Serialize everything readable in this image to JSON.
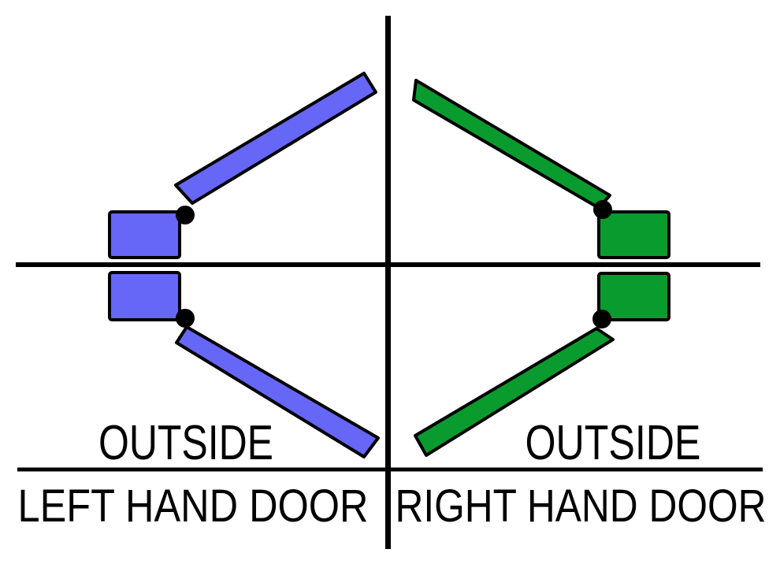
{
  "diagram": {
    "left": {
      "outside_label": "OUTSIDE",
      "door_label": "LEFT HAND DOOR",
      "door_color": "#6666F7"
    },
    "right": {
      "outside_label": "OUTSIDE",
      "door_label": "RIGHT HAND DOOR",
      "door_color": "#0A9B2F"
    },
    "colors": {
      "line": "#000000",
      "hinge_dot": "#000000",
      "text": "#000000",
      "background": "#FFFFFF"
    }
  }
}
